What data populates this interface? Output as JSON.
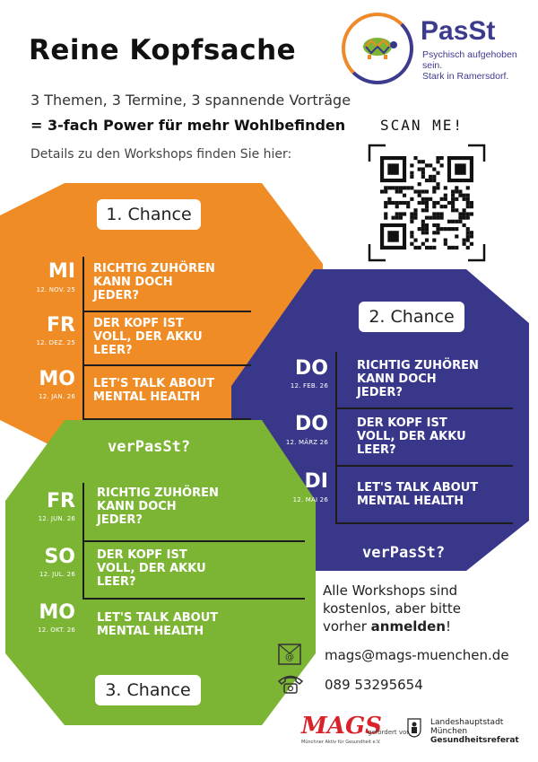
{
  "header": {
    "title": "Reine Kopfsache",
    "line1": "3 Themen, 3 Termine, 3 spannende Vorträge",
    "line2_prefix": "= ",
    "line2": "3-fach Power für mehr Wohlbefinden",
    "line3": "Details zu den Workshops finden Sie hier:"
  },
  "logo": {
    "name": "PasSt",
    "tagline1": "Psychisch aufgehoben sein.",
    "tagline2": "Stark in Ramersdorf."
  },
  "qr": {
    "label": "SCAN ME!"
  },
  "colors": {
    "orange": "#ef8c25",
    "navy": "#39378a",
    "green": "#7cb534"
  },
  "chances": [
    {
      "label": "1. Chance",
      "color": "orange",
      "sessions": [
        {
          "day": "MI",
          "date": "12. NOV. 25",
          "topic": [
            "RICHTIG ZUHÖREN",
            "KANN DOCH",
            "JEDER?"
          ]
        },
        {
          "day": "FR",
          "date": "12. DEZ. 25",
          "topic": [
            "DER KOPF IST",
            "VOLL, DER AKKU",
            "LEER?"
          ]
        },
        {
          "day": "MO",
          "date": "12. JAN. 26",
          "topic": [
            "LET'S TALK ABOUT",
            "MENTAL HEALTH"
          ]
        }
      ]
    },
    {
      "label": "2. Chance",
      "color": "navy",
      "sessions": [
        {
          "day": "DO",
          "date": "12. FEB. 26",
          "topic": [
            "RICHTIG ZUHÖREN",
            "KANN DOCH",
            "JEDER?"
          ]
        },
        {
          "day": "DO",
          "date": "12. MÄRZ 26",
          "topic": [
            "DER KOPF IST",
            "VOLL, DER AKKU",
            "LEER?"
          ]
        },
        {
          "day": "DI",
          "date": "12. MAI 26",
          "topic": [
            "LET'S TALK ABOUT",
            "MENTAL HEALTH"
          ]
        }
      ]
    },
    {
      "label": "3. Chance",
      "color": "green",
      "sessions": [
        {
          "day": "FR",
          "date": "12. JUN. 26",
          "topic": [
            "RICHTIG ZUHÖREN",
            "KANN DOCH",
            "JEDER?"
          ]
        },
        {
          "day": "SO",
          "date": "12. JUL. 26",
          "topic": [
            "DER KOPF IST",
            "VOLL, DER AKKU",
            "LEER?"
          ]
        },
        {
          "day": "MO",
          "date": "12. OKT. 26",
          "topic": [
            "LET'S TALK ABOUT",
            "MENTAL HEALTH"
          ]
        }
      ]
    }
  ],
  "verpasst": "verPasSt?",
  "info": {
    "line1": "Alle Workshops sind",
    "line2": "kostenlos, aber bitte",
    "line3_prefix": "vorher ",
    "line3_bold": "anmelden",
    "line3_suffix": "!"
  },
  "contact": {
    "email": "mags@mags-muenchen.de",
    "phone": "089 53295654",
    "email_icon": "email-icon",
    "phone_icon": "phone-icon"
  },
  "footer": {
    "mags_logo": "MAGS",
    "mags_sub": "Münchner Aktiv für Gesundheit e.V.",
    "funded_by": "gefördert von",
    "city1": "Landeshauptstadt",
    "city2": "München",
    "city3": "Gesundheitsreferat"
  }
}
